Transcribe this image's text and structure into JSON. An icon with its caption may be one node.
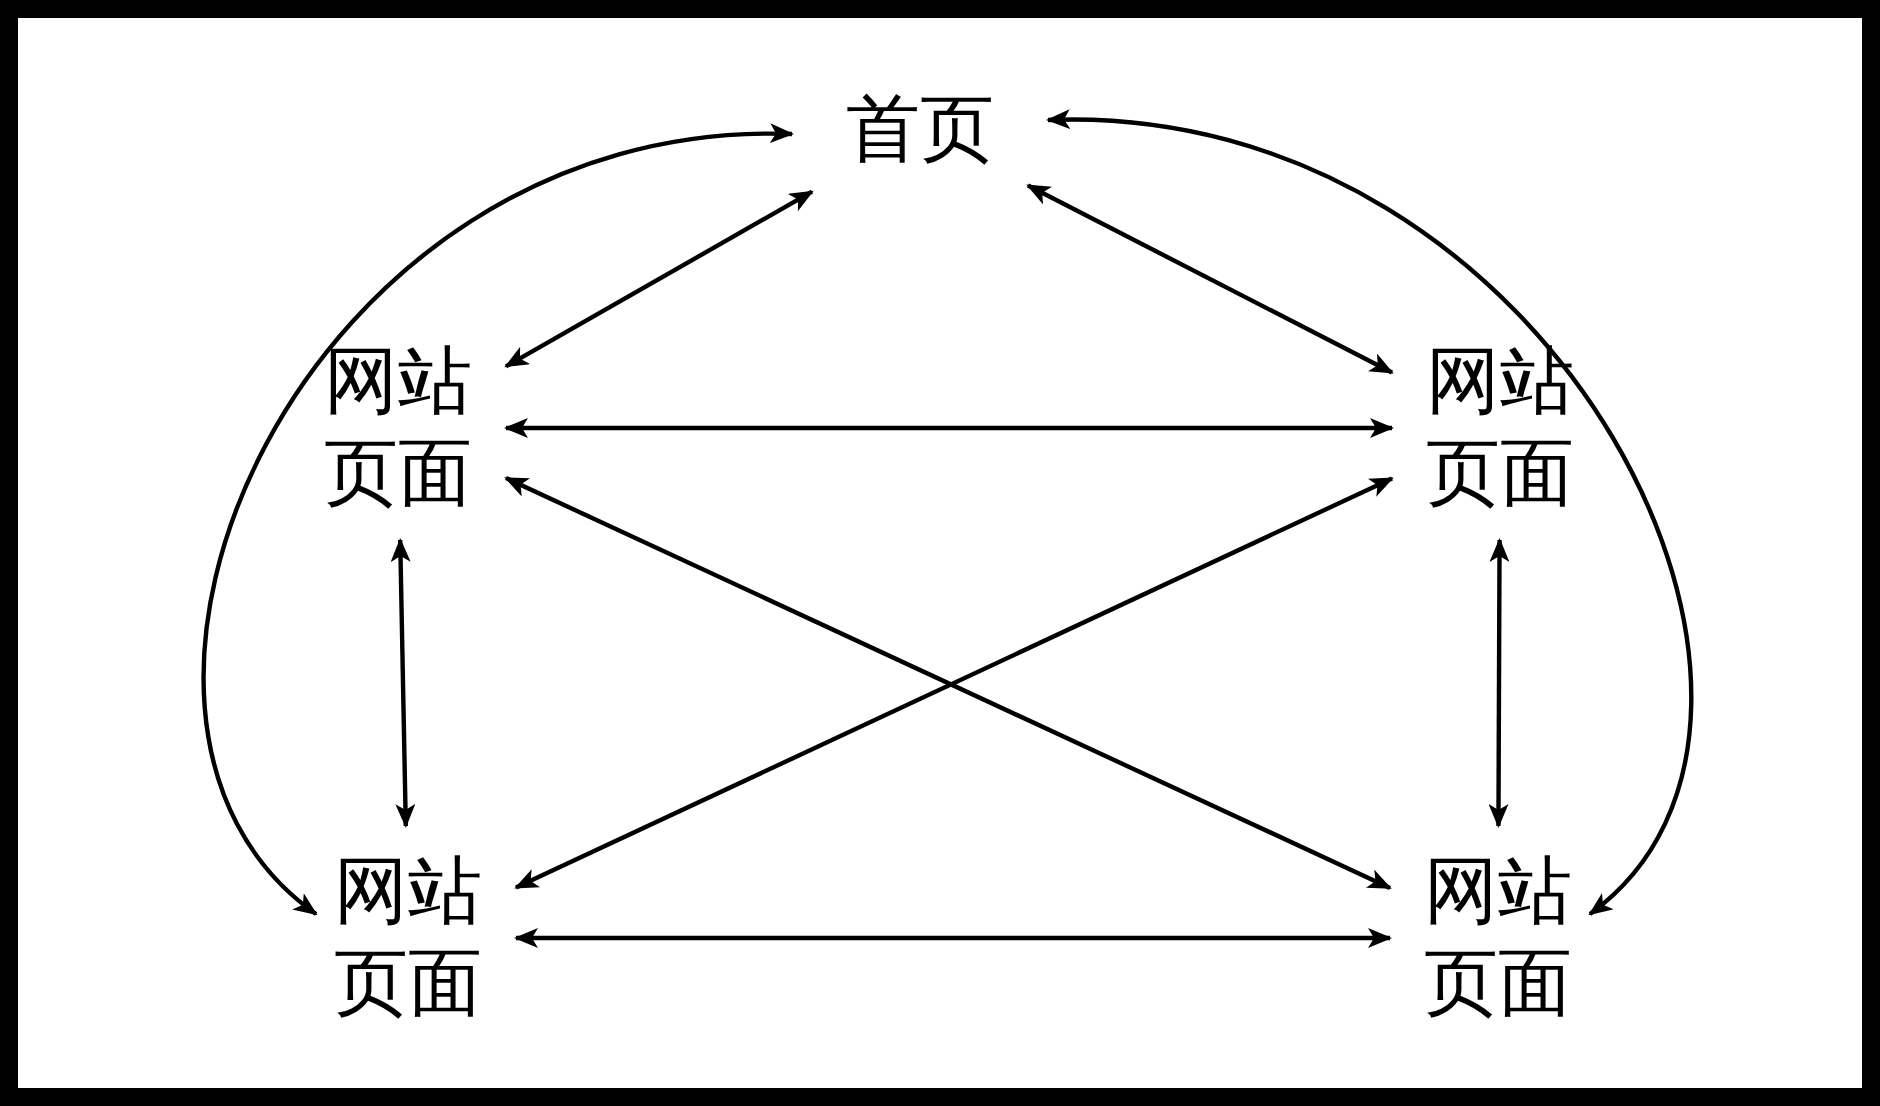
{
  "diagram": {
    "nodes": [
      {
        "text": [
          "首页"
        ]
      },
      {
        "text": [
          "网站页面"
        ]
      },
      {
        "text": [
          "网站页面"
        ]
      },
      {
        "text": [
          "网站页面"
        ]
      },
      {
        "text": [
          "网站页面"
        ]
      }
    ],
    "edges": [
      {
        "from": 0,
        "to": 1,
        "arrow": "both"
      },
      {
        "from": 0,
        "to": 2,
        "arrow": "both"
      },
      {
        "from": 1,
        "to": 2,
        "arrow": "both"
      },
      {
        "from": 1,
        "to": 4,
        "arrow": "both"
      },
      {
        "from": 2,
        "to": 3,
        "arrow": "both"
      },
      {
        "from": 1,
        "to": 3,
        "arrow": "both"
      },
      {
        "from": 2,
        "to": 4,
        "arrow": "both"
      },
      {
        "from": 3,
        "to": 4,
        "arrow": "both"
      },
      {
        "from": 0,
        "to": 3,
        "arrow": "both"
      },
      {
        "from": 0,
        "to": 4,
        "arrow": "both"
      }
    ]
  }
}
